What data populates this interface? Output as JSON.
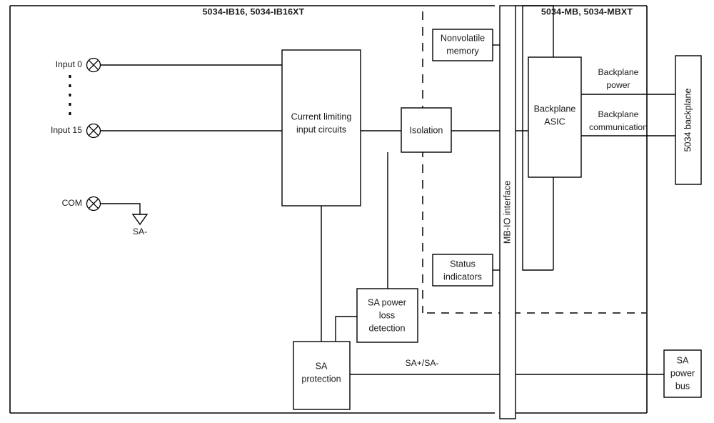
{
  "diagram": {
    "title_left": "5034-IB16, 5034-IB16XT",
    "title_right": "5034-MB, 5034-MBXT",
    "accent_color": "#000000",
    "background_color": "#ffffff",
    "terminals": [
      {
        "label": "Input 0",
        "icon": "screw-terminal-icon"
      },
      {
        "label": "Input 15",
        "icon": "screw-terminal-icon"
      },
      {
        "label": "COM",
        "icon": "screw-terminal-icon"
      }
    ],
    "ground_label": "SA-",
    "blocks": [
      {
        "id": "current-limiting",
        "label_line1": "Current limiting",
        "label_line2": "input circuits"
      },
      {
        "id": "isolation",
        "label_line1": "Isolation"
      },
      {
        "id": "nonvolatile-memory",
        "label_line1": "Nonvolatile",
        "label_line2": "memory"
      },
      {
        "id": "status-indicators",
        "label_line1": "Status",
        "label_line2": "indicators"
      },
      {
        "id": "sa-power-loss-detection",
        "label_line1": "SA power",
        "label_line2": "loss",
        "label_line3": "detection"
      },
      {
        "id": "sa-protection",
        "label_line1": "SA",
        "label_line2": "protection"
      },
      {
        "id": "mb-io-interface",
        "label_line1": "MB-IO interface",
        "orientation": "vertical"
      },
      {
        "id": "backplane-asic",
        "label_line1": "Backplane",
        "label_line2": "ASIC"
      },
      {
        "id": "backplane-5034",
        "label_line1": "5034 backplane",
        "orientation": "vertical"
      },
      {
        "id": "sa-power-bus",
        "label_line1": "SA",
        "label_line2": "power",
        "label_line3": "bus"
      }
    ],
    "wire_labels": [
      {
        "id": "backplane-power",
        "line1": "Backplane",
        "line2": "power"
      },
      {
        "id": "backplane-communication",
        "line1": "Backplane",
        "line2": "communication"
      },
      {
        "id": "sa-plus-sa-minus",
        "line1": "SA+/SA-"
      }
    ]
  }
}
